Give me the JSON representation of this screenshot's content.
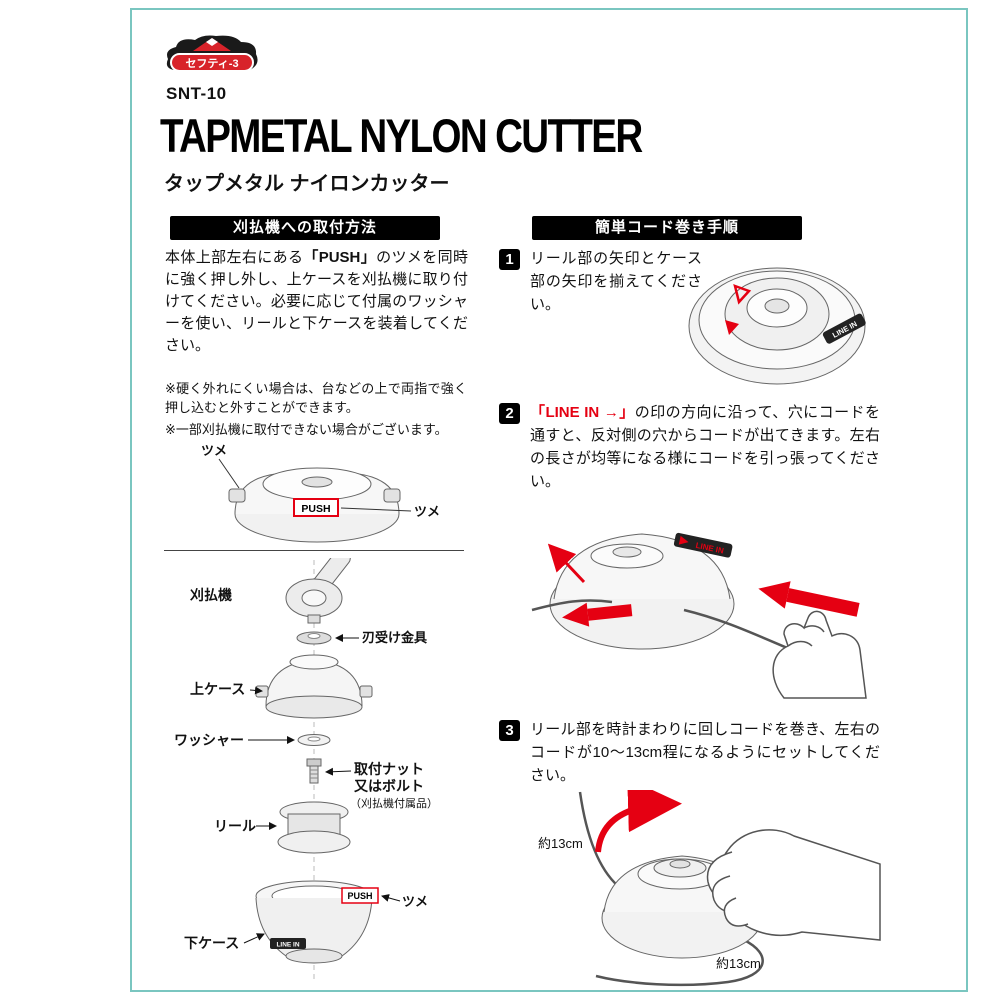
{
  "brand": {
    "logo_text": "セフティ-3"
  },
  "model": "SNT-10",
  "title": "TAPMETAL NYLON CUTTER",
  "subtitle": "タップメタル ナイロンカッター",
  "colors": {
    "accent_red": "#e50012",
    "frame_teal": "#7ac6c0",
    "bar_black": "#000000"
  },
  "install": {
    "header": "刈払機への取付方法",
    "body_pre": "本体上部左右にある",
    "body_push": "「PUSH」",
    "body_post": "のツメを同時に強く押し外し、上ケースを刈払機に取り付けてください。必要に応じて付属のワッシャーを使い、リールと下ケースを装着してください。",
    "note1": "※硬く外れにくい場合は、台などの上で両指で強く押し込むと外すことができます。",
    "note2": "※一部刈払機に取付できない場合がございます。",
    "fig_top": {
      "label_tsume_left": "ツメ",
      "label_push": "PUSH",
      "label_tsume_right": "ツメ"
    },
    "exploded": {
      "label_kariharaiki": "刈払機",
      "label_haukekanagu": "刃受け金具",
      "label_uecase": "上ケース",
      "label_washer": "ワッシャー",
      "label_nut_line1": "取付ナット",
      "label_nut_line2": "又はボルト",
      "label_nut_line3": "（刈払機付属品）",
      "label_reel": "リール",
      "label_push": "PUSH",
      "label_tsume": "ツメ",
      "label_shitacase": "下ケース",
      "label_linein": "LINE IN"
    }
  },
  "winding": {
    "header": "簡単コード巻き手順",
    "step1": {
      "num": "1",
      "text": "リール部の矢印とケース部の矢印を揃えてください。",
      "fig_linein": "LINE IN"
    },
    "step2": {
      "num": "2",
      "lead_red": "「LINE IN →」",
      "text": "の印の方向に沿って、穴にコードを通すと、反対側の穴からコードが出てきます。左右の長さが均等になる様にコードを引っ張ってください。",
      "fig_linein": "LINE IN"
    },
    "step3": {
      "num": "3",
      "text": "リール部を時計まわりに回しコードを巻き、左右のコードが10〜13cm程になるようにセットしてください。",
      "label_left_cm": "約13cm",
      "label_bottom_cm": "約13cm"
    }
  }
}
